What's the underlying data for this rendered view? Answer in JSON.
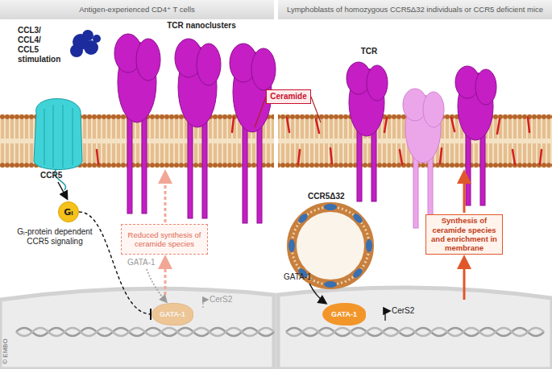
{
  "diagram": {
    "nodes": [
      {
        "text": [
          "Antigen-experienced CD4⁺ T cells"
        ]
      },
      {
        "text": [
          "Lymphoblasts of homozygous CCR5Δ32 individuals or CCR5 deficient mice"
        ]
      },
      {
        "text": [
          "Gᵢ"
        ]
      },
      {
        "text": [
          "Ceramide"
        ]
      },
      {
        "text": [
          "Reduced synthesis of ceramide species"
        ]
      },
      {
        "text": [
          "GATA-1"
        ]
      },
      {
        "text": [
          "GATA-1"
        ]
      },
      {
        "text": [
          "Synthesis of ceramide species and enrichment in membrane"
        ]
      }
    ],
    "edges": [
      {
        "from": 2,
        "to": 5,
        "arrow": "none"
      }
    ],
    "labels": [
      "CCL3/ CCL4/ CCL5 stimulation",
      "CCR5",
      "TCR nanoclusters",
      "TCR",
      "Gᵢ-protein dependent CCR5 signaling",
      "GATA-1",
      "CerS2",
      "CCR5Δ32",
      "GATA-1",
      "CerS2",
      "© EMBO"
    ]
  }
}
